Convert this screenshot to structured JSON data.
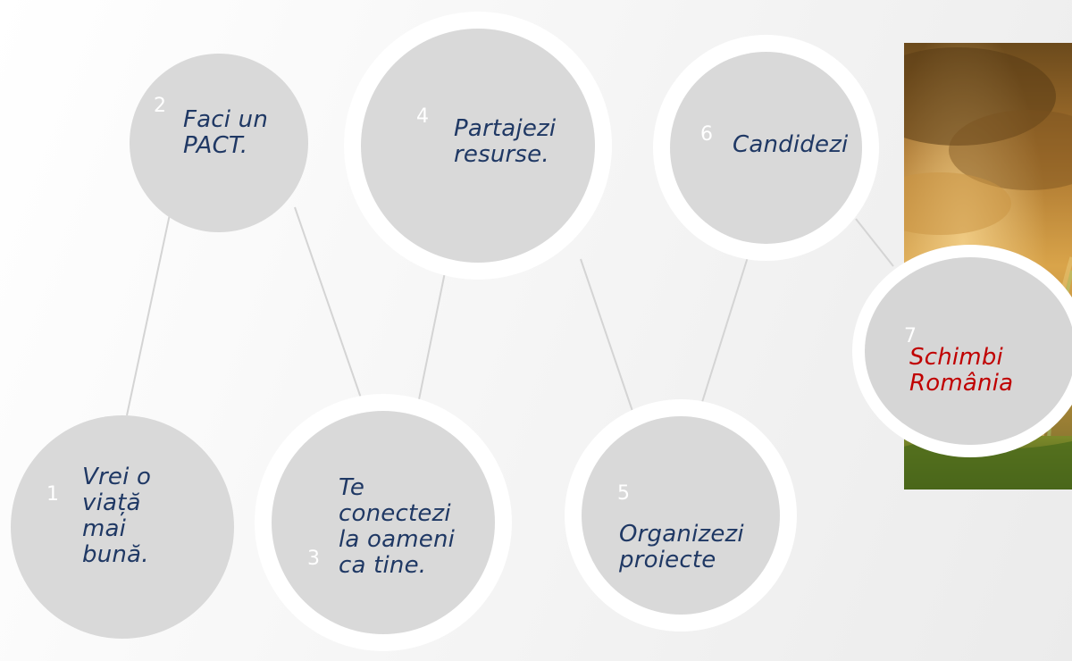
{
  "accent_colors": {
    "label_text": "#1f3864",
    "final_label_text": "#c00000",
    "circle_fill": "#d9d9d9",
    "connector_line": "#d4d4d4",
    "step_number": "#ffffff"
  },
  "photo": {
    "description_icon": "storm-clouds-rainbow-landscape-photo"
  },
  "steps": [
    {
      "number": "1",
      "label_lines": [
        "Vrei o",
        "viață",
        "mai",
        "bună."
      ]
    },
    {
      "number": "2",
      "label_lines": [
        "Faci un",
        "PACT."
      ]
    },
    {
      "number": "3",
      "label_lines": [
        "Te",
        "conectezi",
        "la oameni",
        "ca tine."
      ]
    },
    {
      "number": "4",
      "label_lines": [
        "Partajezi",
        "resurse."
      ]
    },
    {
      "number": "5",
      "label_lines": [
        "Organizezi",
        "proiecte"
      ]
    },
    {
      "number": "6",
      "label_lines": [
        "Candidezi"
      ]
    },
    {
      "number": "7",
      "label_lines": [
        "Schimbi",
        "România"
      ]
    }
  ]
}
